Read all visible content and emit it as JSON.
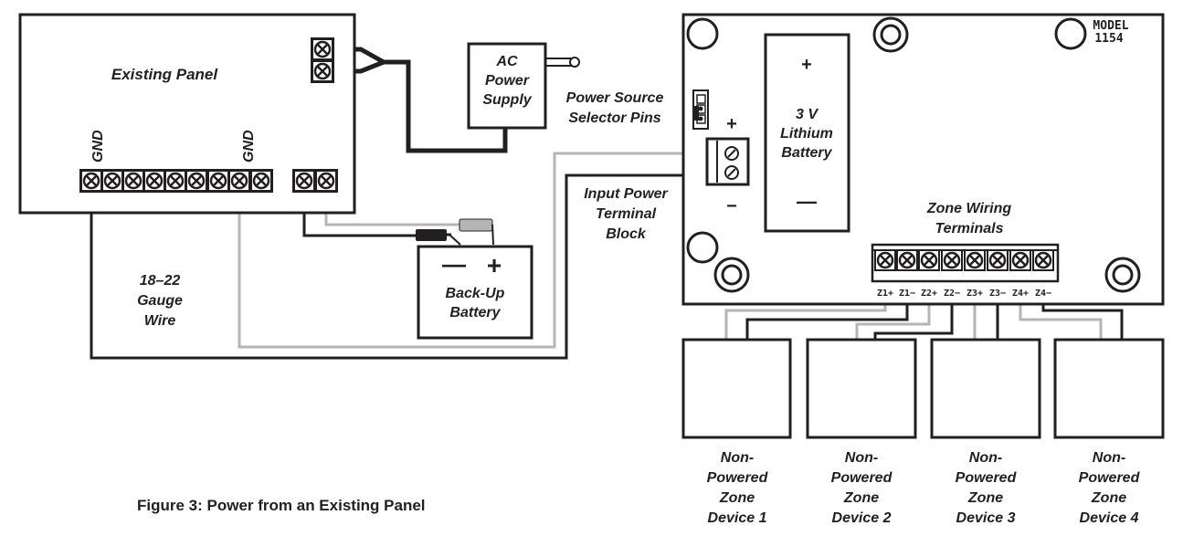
{
  "existing_panel": {
    "title": "Existing Panel",
    "gnd_left": "GND",
    "gnd_right": "GND"
  },
  "ac_supply": {
    "line1": "AC",
    "line2": "Power",
    "line3": "Supply"
  },
  "selector_pins": {
    "line1": "Power Source",
    "line2": "Selector Pins"
  },
  "input_block": {
    "line1": "Input Power",
    "line2": "Terminal",
    "line3": "Block",
    "plus": "+",
    "minus": "−"
  },
  "wire_gauge": {
    "line1": "18–22",
    "line2": "Gauge",
    "line3": "Wire"
  },
  "backup_battery": {
    "line1": "Back-Up",
    "line2": "Battery",
    "minus": "—",
    "plus": "+"
  },
  "lithium_battery": {
    "line1": "3 V",
    "line2": "Lithium",
    "line3": "Battery",
    "plus": "+",
    "minus": "—"
  },
  "model": {
    "line1": "MODEL",
    "line2": "1154"
  },
  "zone_terminals": {
    "line1": "Zone Wiring",
    "line2": "Terminals",
    "labels": [
      "Z1+",
      "Z1−",
      "Z2+",
      "Z2−",
      "Z3+",
      "Z3−",
      "Z4+",
      "Z4−"
    ]
  },
  "devices": [
    {
      "l1": "Non-",
      "l2": "Powered",
      "l3": "Zone",
      "l4": "Device 1"
    },
    {
      "l1": "Non-",
      "l2": "Powered",
      "l3": "Zone",
      "l4": "Device 2"
    },
    {
      "l1": "Non-",
      "l2": "Powered",
      "l3": "Zone",
      "l4": "Device 3"
    },
    {
      "l1": "Non-",
      "l2": "Powered",
      "l3": "Zone",
      "l4": "Device 4"
    }
  ],
  "figure_caption": "Figure 3: Power from an Existing Panel",
  "colors": {
    "ink": "#231f20",
    "gray_wire": "#b5b5b5",
    "background": "#ffffff"
  }
}
